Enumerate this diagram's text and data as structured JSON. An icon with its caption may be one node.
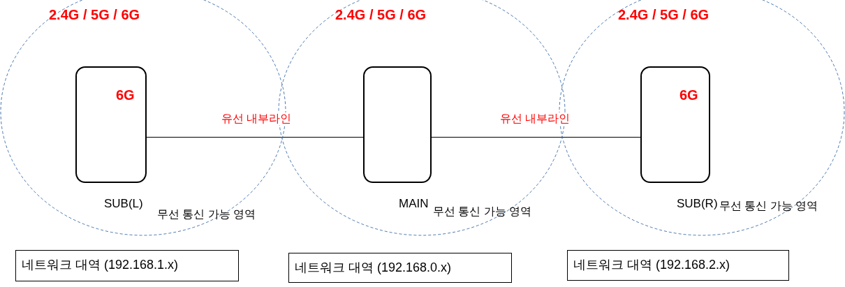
{
  "diagram": {
    "nodes": [
      {
        "text": [
          "2.4G / 5G / 6G",
          "무선 통신 가능 영역"
        ]
      },
      {
        "text": [
          "6G"
        ],
        "beside": [
          "SUB(L)"
        ],
        "in": 0
      },
      {
        "text": [
          "2.4G / 5G / 6G",
          "무선 통신 가능 영역"
        ]
      },
      {
        "text": [],
        "shape": "box",
        "beside": [
          "MAIN"
        ],
        "in": 2
      },
      {
        "text": [
          "2.4G / 5G / 6G",
          "무선 통신 가능 영역"
        ]
      },
      {
        "text": [
          "6G"
        ],
        "beside": [
          "SUB(R)"
        ],
        "in": 4
      },
      {
        "text": [
          "네트워크 대역 (192.168.1.x)"
        ]
      },
      {
        "text": [
          "네트워크 대역 (192.168.0.x)"
        ]
      },
      {
        "text": [
          "네트워크 대역 (192.168.2.x)"
        ]
      }
    ],
    "edges": [
      {
        "from": 1,
        "to": 3,
        "arrow": "none",
        "label": "유선 내부라인"
      },
      {
        "from": 3,
        "to": 5,
        "arrow": "none",
        "label": "유선 내부라인"
      }
    ]
  }
}
